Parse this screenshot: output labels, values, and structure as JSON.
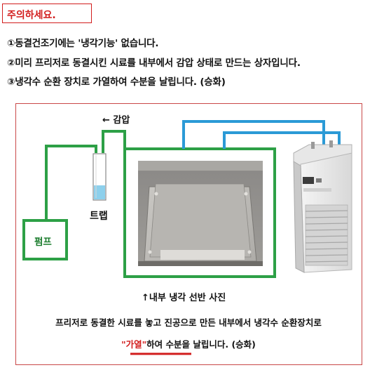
{
  "notice": "주의하세요.",
  "lines": [
    "①동결건조기에는 '냉각기능' 없습니다.",
    "②미리 프리저로 동결시킨 시료를 내부에서 감압 상태로 만드는 상자입니다.",
    "③냉각수 순환 장치로 가열하여 수분을 날립니다. (승화)"
  ],
  "diagram": {
    "decompression_label": "← 감압",
    "trap_label": "트랩",
    "pump_label": "펌프",
    "shelf_caption": "↑내부 냉각 선반 사진",
    "caption_line1": "프리저로 동결한 시료를 놓고 진공으로 만든 내부에서 냉각수 순환장치로",
    "caption_highlight": "\"가열\"",
    "caption_line2_rest": "하여 수분을 날립니다. (승화)",
    "colors": {
      "vacuum_line": "#2da046",
      "coolant_line": "#2b9ad6",
      "highlight": "#d21d1d"
    }
  }
}
